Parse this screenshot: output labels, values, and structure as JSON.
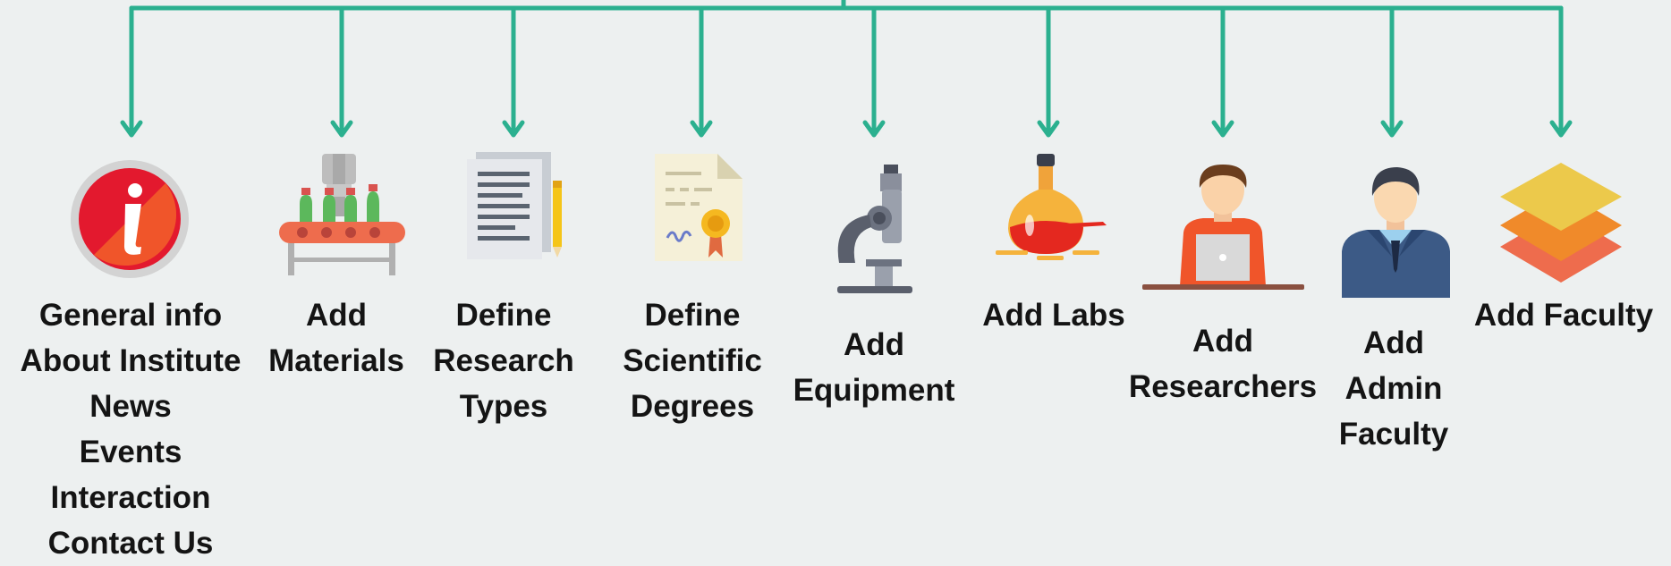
{
  "connector_color": "#2bb08f",
  "nodes": [
    {
      "id": "general-info",
      "icon": "info-icon",
      "lines": [
        "General info",
        "About Institute",
        "News",
        "Events",
        "Interaction",
        "Contact Us"
      ]
    },
    {
      "id": "add-materials",
      "icon": "conveyor-bottles-icon",
      "lines": [
        "Add",
        "Materials"
      ]
    },
    {
      "id": "define-research-types",
      "icon": "document-pencil-icon",
      "lines": [
        "Define",
        "Research",
        "Types"
      ]
    },
    {
      "id": "define-scientific-degrees",
      "icon": "certificate-icon",
      "lines": [
        "Define",
        "Scientific",
        "Degrees"
      ]
    },
    {
      "id": "add-equipment",
      "icon": "microscope-icon",
      "lines": [
        "Add",
        "Equipment"
      ]
    },
    {
      "id": "add-labs",
      "icon": "flask-icon",
      "lines": [
        "Add Labs"
      ]
    },
    {
      "id": "add-researchers",
      "icon": "researcher-laptop-icon",
      "lines": [
        "Add",
        "Researchers"
      ]
    },
    {
      "id": "add-admin-faculty",
      "icon": "admin-person-icon",
      "lines": [
        "Add",
        "Admin",
        "Faculty"
      ]
    },
    {
      "id": "add-faculty",
      "icon": "layers-icon",
      "lines": [
        "Add Faculty"
      ]
    }
  ]
}
